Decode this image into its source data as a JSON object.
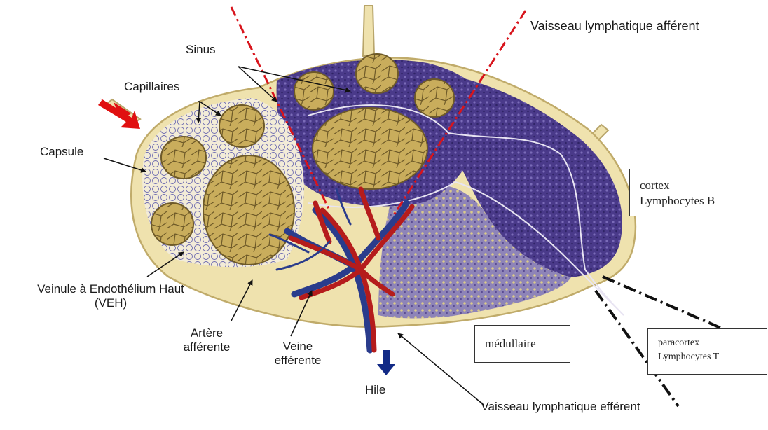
{
  "labels": {
    "vaisseau_afferent": "Vaisseau lymphatique afférent",
    "sinus": "Sinus",
    "capillaires": "Capillaires",
    "capsule": "Capsule",
    "veinule_line1": "Veinule à Endothélium Haut",
    "veinule_line2": "(VEH)",
    "artere_line1": "Artère",
    "artere_line2": "afférente",
    "veine_line1": "Veine",
    "veine_line2": "efférente",
    "hile": "Hile",
    "vaisseau_efferent_line1": "Vaisseau lymphatique",
    "vaisseau_efferent_line2": "efférent"
  },
  "boxes": {
    "cortex_line1": "cortex",
    "cortex_line2": "Lymphocytes B",
    "medullaire": "médullaire",
    "paracortex_line1": "paracortex",
    "paracortex_line2": "Lymphocytes  T"
  },
  "colors": {
    "capsule": "#efe2ae",
    "cortex": "#4b3a8c",
    "medulla": "#8b7fb4",
    "follicle": "#b59a4c",
    "artery": "#b51c1c",
    "vein": "#2a3c8c",
    "red_arrow": "#e01010",
    "blue_arrow": "#122a86"
  }
}
